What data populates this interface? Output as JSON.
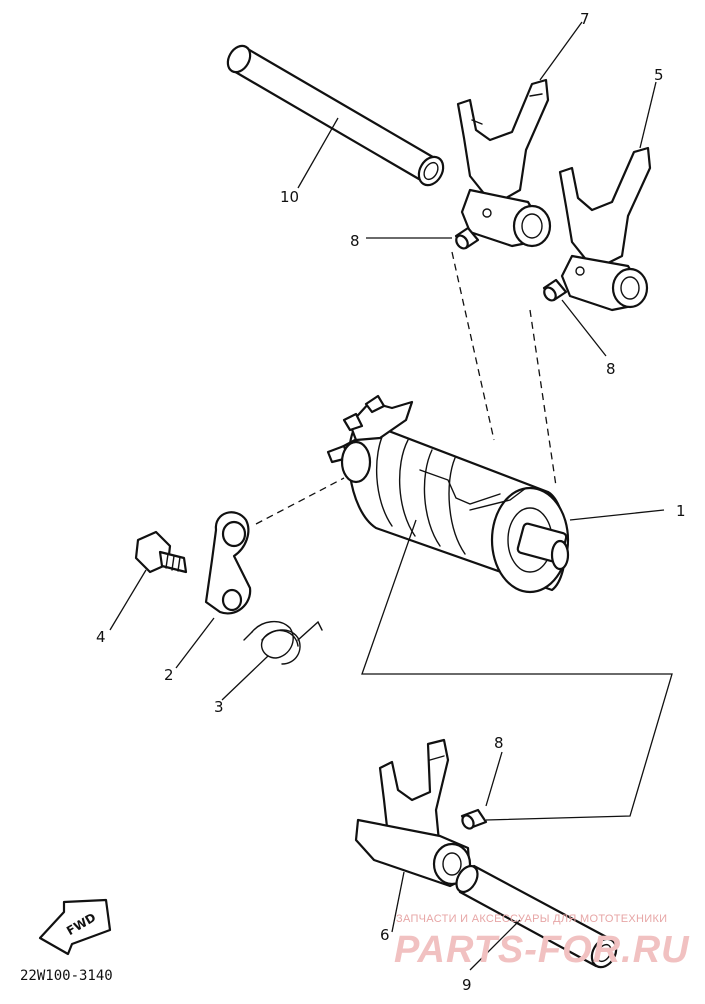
{
  "callouts": {
    "c1": "1",
    "c2": "2",
    "c3": "3",
    "c4": "4",
    "c5": "5",
    "c6": "6",
    "c7": "7",
    "c8a": "8",
    "c8b": "8",
    "c8c": "8",
    "c9": "9",
    "c10": "10"
  },
  "fwd_label": "FWD",
  "diagram_code": "22W100-3140",
  "watermark": {
    "caption": "ЗАПЧАСТИ И АКСЕССУАРЫ ДЛЯ МОТОТЕХНИКИ",
    "brand": "PARTS-FOR.RU"
  }
}
